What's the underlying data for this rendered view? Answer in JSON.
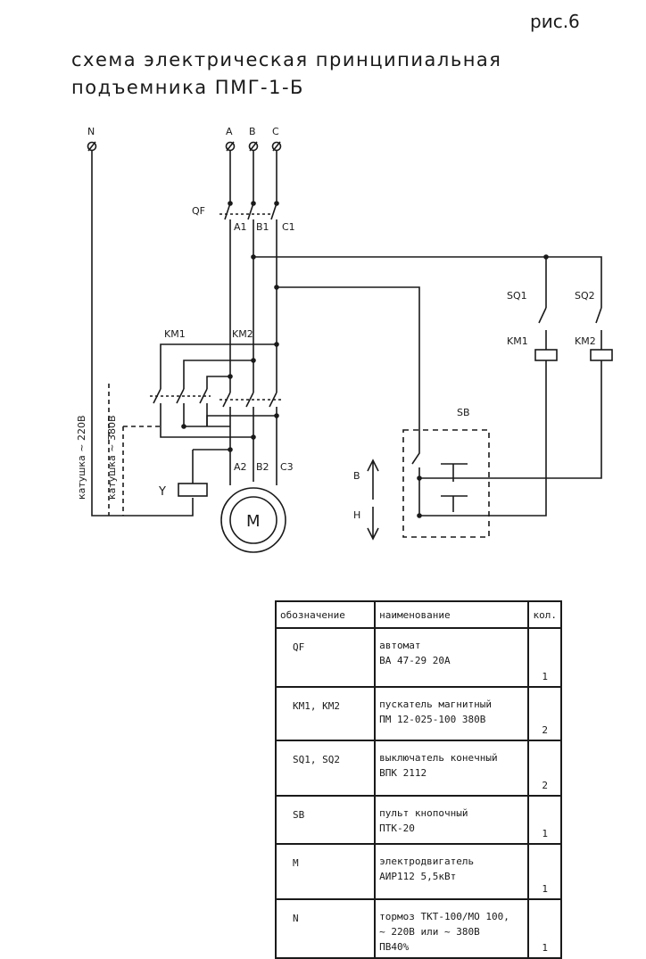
{
  "figure_number": "рис.6",
  "title": {
    "line1": "схема электрическая принципиальная",
    "line2": "подъемника ПМГ-1-Б"
  },
  "diagram": {
    "terminals": {
      "n": "N",
      "a": "A",
      "b": "B",
      "c": "C"
    },
    "labels": {
      "qf": "QF",
      "a1": "A1",
      "b1": "B1",
      "c1": "C1",
      "km1": "KM1",
      "km2": "KM2",
      "a2": "A2",
      "b2": "B2",
      "c2": "C3",
      "y": "Y",
      "motor": "M",
      "sq1": "SQ1",
      "sq2": "SQ2",
      "coil_km1": "KM1",
      "coil_km2": "KM2",
      "sb": "SB",
      "up": "B",
      "down": "H",
      "coil220": "катушка ~ 220В",
      "coil380": "катушка ~ 380В"
    }
  },
  "table": {
    "headers": {
      "designation": "обозначение",
      "name": "наименование",
      "qty": "кол."
    },
    "rows": [
      {
        "designation": "QF",
        "name1": "автомат",
        "name2": "ВА 47-29 20А",
        "name3": "",
        "qty": "1"
      },
      {
        "designation": "KM1, KM2",
        "name1": "пускатель магнитный",
        "name2": "ПМ 12-025-100 380В",
        "name3": "",
        "qty": "2"
      },
      {
        "designation": "SQ1, SQ2",
        "name1": "выключатель конечный",
        "name2": "ВПК 2112",
        "name3": "",
        "qty": "2"
      },
      {
        "designation": "SB",
        "name1": "пульт кнопочный",
        "name2": "ПТК-20",
        "name3": "",
        "qty": "1"
      },
      {
        "designation": "M",
        "name1": "электродвигатель",
        "name2": "АИР112 5,5кВт",
        "name3": "",
        "qty": "1"
      },
      {
        "designation": "N",
        "name1": "тормоз ТКТ-100/МО 100,",
        "name2": "~ 220В или ~ 380В",
        "name3": "ПВ40%",
        "qty": "1"
      }
    ]
  }
}
